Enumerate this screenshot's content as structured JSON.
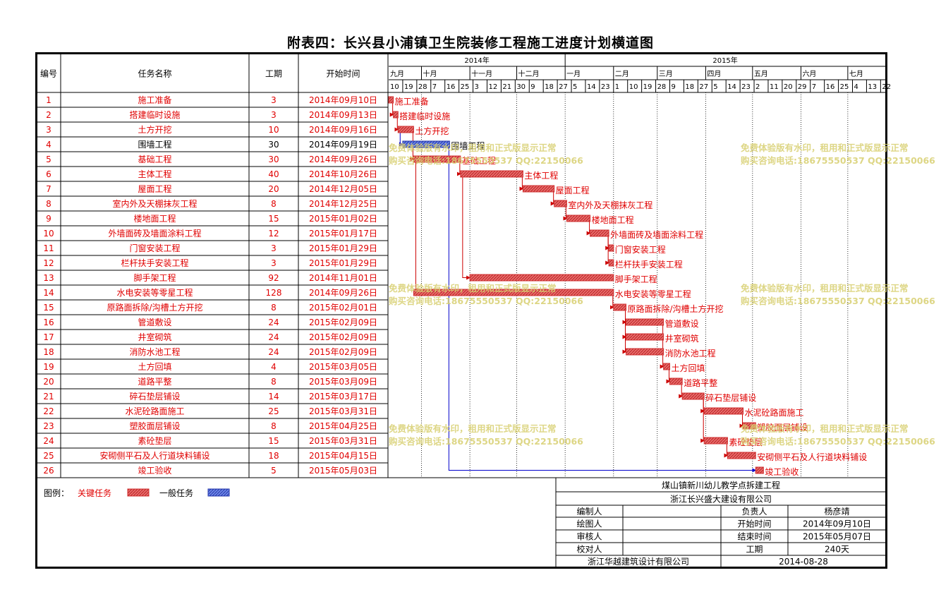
{
  "title": "附表四：长兴县小浦镇卫生院装修工程施工进度计划横道图",
  "headers": {
    "id": "编号",
    "name": "任务名称",
    "duration": "工期",
    "start": "开始时间"
  },
  "timeline": {
    "years": [
      {
        "label": "2014年",
        "from": "2014-09-10",
        "to": "2015-01-01"
      },
      {
        "label": "2015年",
        "from": "2015-01-01",
        "to": "2015-07-25"
      }
    ],
    "months": [
      {
        "label": "九月",
        "from": "2014-09-10"
      },
      {
        "label": "十月",
        "from": "2014-10-01"
      },
      {
        "label": "十一月",
        "from": "2014-11-01"
      },
      {
        "label": "十二月",
        "from": "2014-12-01"
      },
      {
        "label": "一月",
        "from": "2015-01-01"
      },
      {
        "label": "二月",
        "from": "2015-02-01"
      },
      {
        "label": "三月",
        "from": "2015-03-01"
      },
      {
        "label": "四月",
        "from": "2015-04-01"
      },
      {
        "label": "五月",
        "from": "2015-05-01"
      },
      {
        "label": "六月",
        "from": "2015-06-01"
      },
      {
        "label": "七月",
        "from": "2015-07-01"
      }
    ],
    "ticks": [
      {
        "label": "10",
        "date": "2014-09-10"
      },
      {
        "label": "19",
        "date": "2014-09-19"
      },
      {
        "label": "28",
        "date": "2014-09-28"
      },
      {
        "label": "7",
        "date": "2014-10-07"
      },
      {
        "label": "16",
        "date": "2014-10-16"
      },
      {
        "label": "25",
        "date": "2014-10-25"
      },
      {
        "label": "3",
        "date": "2014-11-03"
      },
      {
        "label": "12",
        "date": "2014-11-12"
      },
      {
        "label": "21",
        "date": "2014-11-21"
      },
      {
        "label": "30",
        "date": "2014-11-30"
      },
      {
        "label": "9",
        "date": "2014-12-09"
      },
      {
        "label": "18",
        "date": "2014-12-18"
      },
      {
        "label": "27",
        "date": "2014-12-27"
      },
      {
        "label": "5",
        "date": "2015-01-05"
      },
      {
        "label": "14",
        "date": "2015-01-14"
      },
      {
        "label": "23",
        "date": "2015-01-23"
      },
      {
        "label": "1",
        "date": "2015-02-01"
      },
      {
        "label": "10",
        "date": "2015-02-10"
      },
      {
        "label": "19",
        "date": "2015-02-19"
      },
      {
        "label": "28",
        "date": "2015-02-28"
      },
      {
        "label": "9",
        "date": "2015-03-09"
      },
      {
        "label": "18",
        "date": "2015-03-18"
      },
      {
        "label": "27",
        "date": "2015-03-27"
      },
      {
        "label": "5",
        "date": "2015-04-05"
      },
      {
        "label": "14",
        "date": "2015-04-14"
      },
      {
        "label": "23",
        "date": "2015-04-23"
      },
      {
        "label": "2",
        "date": "2015-05-02"
      },
      {
        "label": "11",
        "date": "2015-05-11"
      },
      {
        "label": "20",
        "date": "2015-05-20"
      },
      {
        "label": "29",
        "date": "2015-05-29"
      },
      {
        "label": "7",
        "date": "2015-06-07"
      },
      {
        "label": "16",
        "date": "2015-06-16"
      },
      {
        "label": "25",
        "date": "2015-06-25"
      },
      {
        "label": "4",
        "date": "2015-07-04"
      },
      {
        "label": "13",
        "date": "2015-07-13"
      },
      {
        "label": "22",
        "date": "2015-07-22"
      }
    ]
  },
  "chart_data": {
    "type": "gantt",
    "x_axis": {
      "type": "date",
      "range": [
        "2014-09-10",
        "2015-07-25"
      ]
    },
    "tasks": [
      {
        "id": "1",
        "name": "施工准备",
        "duration": "3",
        "start": "2014年09月10日",
        "start_date": "2014-09-10",
        "days": 3,
        "critical": true
      },
      {
        "id": "2",
        "name": "搭建临时设施",
        "duration": "3",
        "start": "2014年09月13日",
        "start_date": "2014-09-13",
        "days": 3,
        "critical": true
      },
      {
        "id": "3",
        "name": "土方开挖",
        "duration": "10",
        "start": "2014年09月16日",
        "start_date": "2014-09-16",
        "days": 10,
        "critical": true
      },
      {
        "id": "4",
        "name": "围墙工程",
        "duration": "30",
        "start": "2014年09月19日",
        "start_date": "2014-09-19",
        "days": 30,
        "critical": false
      },
      {
        "id": "5",
        "name": "基础工程",
        "duration": "30",
        "start": "2014年09月26日",
        "start_date": "2014-09-26",
        "days": 30,
        "critical": true
      },
      {
        "id": "6",
        "name": "主体工程",
        "duration": "40",
        "start": "2014年10月26日",
        "start_date": "2014-10-26",
        "days": 40,
        "critical": true
      },
      {
        "id": "7",
        "name": "屋面工程",
        "duration": "20",
        "start": "2014年12月05日",
        "start_date": "2014-12-05",
        "days": 20,
        "critical": true
      },
      {
        "id": "8",
        "name": "室内外及天棚抹灰工程",
        "duration": "8",
        "start": "2014年12月25日",
        "start_date": "2014-12-25",
        "days": 8,
        "critical": true
      },
      {
        "id": "9",
        "name": "楼地面工程",
        "duration": "15",
        "start": "2015年01月02日",
        "start_date": "2015-01-02",
        "days": 15,
        "critical": true
      },
      {
        "id": "10",
        "name": "外墙面砖及墙面涂料工程",
        "duration": "12",
        "start": "2015年01月17日",
        "start_date": "2015-01-17",
        "days": 12,
        "critical": true
      },
      {
        "id": "11",
        "name": "门窗安装工程",
        "duration": "3",
        "start": "2015年01月29日",
        "start_date": "2015-01-29",
        "days": 3,
        "critical": true
      },
      {
        "id": "12",
        "name": "栏杆扶手安装工程",
        "duration": "3",
        "start": "2015年01月29日",
        "start_date": "2015-01-29",
        "days": 3,
        "critical": true
      },
      {
        "id": "13",
        "name": "脚手架工程",
        "duration": "92",
        "start": "2014年11月01日",
        "start_date": "2014-11-01",
        "days": 92,
        "critical": true
      },
      {
        "id": "14",
        "name": "水电安装等零星工程",
        "duration": "128",
        "start": "2014年09月26日",
        "start_date": "2014-09-26",
        "days": 128,
        "critical": true
      },
      {
        "id": "15",
        "name": "原路面拆除/沟槽土方开挖",
        "duration": "8",
        "start": "2015年02月01日",
        "start_date": "2015-02-01",
        "days": 8,
        "critical": true
      },
      {
        "id": "16",
        "name": "管道敷设",
        "duration": "24",
        "start": "2015年02月09日",
        "start_date": "2015-02-09",
        "days": 24,
        "critical": true
      },
      {
        "id": "17",
        "name": "井室砌筑",
        "duration": "24",
        "start": "2015年02月09日",
        "start_date": "2015-02-09",
        "days": 24,
        "critical": true
      },
      {
        "id": "18",
        "name": "消防水池工程",
        "duration": "24",
        "start": "2015年02月09日",
        "start_date": "2015-02-09",
        "days": 24,
        "critical": true
      },
      {
        "id": "19",
        "name": "土方回填",
        "duration": "4",
        "start": "2015年03月05日",
        "start_date": "2015-03-05",
        "days": 4,
        "critical": true
      },
      {
        "id": "20",
        "name": "道路平整",
        "duration": "8",
        "start": "2015年03月09日",
        "start_date": "2015-03-09",
        "days": 8,
        "critical": true
      },
      {
        "id": "21",
        "name": "碎石垫层铺设",
        "duration": "14",
        "start": "2015年03月17日",
        "start_date": "2015-03-17",
        "days": 14,
        "critical": true
      },
      {
        "id": "22",
        "name": "水泥砼路面施工",
        "duration": "25",
        "start": "2015年03月31日",
        "start_date": "2015-03-31",
        "days": 25,
        "critical": true
      },
      {
        "id": "23",
        "name": "塑胶面层铺设",
        "duration": "8",
        "start": "2015年04月25日",
        "start_date": "2015-04-25",
        "days": 8,
        "critical": true
      },
      {
        "id": "24",
        "name": "素砼垫层",
        "duration": "15",
        "start": "2015年03月31日",
        "start_date": "2015-03-31",
        "days": 15,
        "critical": true
      },
      {
        "id": "25",
        "name": "安砌侧平石及人行道块料铺设",
        "duration": "18",
        "start": "2015年04月15日",
        "start_date": "2015-04-15",
        "days": 18,
        "critical": true
      },
      {
        "id": "26",
        "name": "竣工验收",
        "duration": "5",
        "start": "2015年05月03日",
        "start_date": "2015-05-03",
        "days": 5,
        "critical": true
      }
    ],
    "links": [
      [
        1,
        2
      ],
      [
        2,
        3
      ],
      [
        3,
        4
      ],
      [
        3,
        5
      ],
      [
        5,
        6
      ],
      [
        6,
        7
      ],
      [
        7,
        8
      ],
      [
        8,
        9
      ],
      [
        9,
        10
      ],
      [
        10,
        11
      ],
      [
        10,
        12
      ],
      [
        6,
        13
      ],
      [
        5,
        14
      ],
      [
        14,
        15
      ],
      [
        15,
        16
      ],
      [
        15,
        17
      ],
      [
        15,
        18
      ],
      [
        16,
        19
      ],
      [
        19,
        20
      ],
      [
        20,
        21
      ],
      [
        21,
        22
      ],
      [
        22,
        23
      ],
      [
        21,
        24
      ],
      [
        24,
        25
      ],
      [
        4,
        26
      ]
    ]
  },
  "legend": {
    "label": "图例：",
    "critical": "关键任务",
    "general": "一般任务"
  },
  "colors": {
    "critical": "#d03030",
    "critical_fill": "#e86060",
    "general": "#2233aa",
    "general_fill": "#5570dd",
    "link_red": "#cc0000",
    "link_blue": "#0000cc"
  },
  "watermark": {
    "line1": "免费体验版有水印，租用和正式版显示正常",
    "line2": "购买咨询电话:18675550537 QQ:22150066"
  },
  "info": {
    "project": "煤山镇新川幼儿教学点拆建工程",
    "company": "浙江长兴盛大建设有限公司",
    "rows": [
      {
        "k1": "编制人",
        "v1": "",
        "k2": "负责人",
        "v2": "杨彦靖"
      },
      {
        "k1": "绘图人",
        "v1": "",
        "k2": "开始时间",
        "v2": "2014年09月10日"
      },
      {
        "k1": "审核人",
        "v1": "",
        "k2": "结束时间",
        "v2": "2015年05月07日"
      },
      {
        "k1": "校对人",
        "v1": "",
        "k2": "工期",
        "v2": "240天"
      }
    ],
    "designer": "浙江华越建筑设计有限公司",
    "date": "2014-08-28"
  }
}
